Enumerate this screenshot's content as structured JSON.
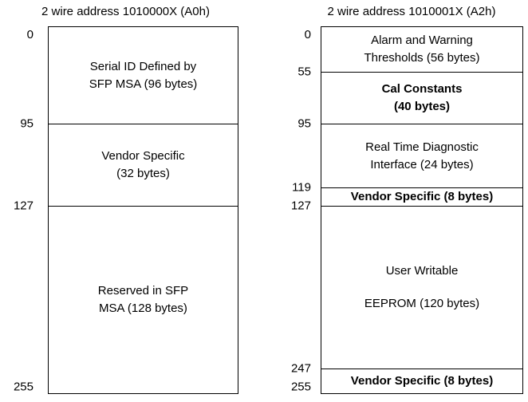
{
  "left": {
    "title": "2 wire address 1010000X (A0h)",
    "addresses": [
      "0",
      "95",
      "127",
      "255"
    ],
    "segments": [
      {
        "label": "Serial ID Defined by\nSFP MSA (96 bytes)",
        "bold": false,
        "range": [
          0,
          95
        ]
      },
      {
        "label": "Vendor Specific\n(32 bytes)",
        "bold": false,
        "range": [
          95,
          127
        ]
      },
      {
        "label": "Reserved in SFP\nMSA (128 bytes)",
        "bold": false,
        "range": [
          127,
          255
        ]
      }
    ]
  },
  "right": {
    "title": "2 wire address 1010001X (A2h)",
    "addresses": [
      "0",
      "55",
      "95",
      "119",
      "127",
      "247",
      "255"
    ],
    "segments": [
      {
        "label": "Alarm and Warning\nThresholds (56 bytes)",
        "bold": false,
        "range": [
          0,
          55
        ]
      },
      {
        "label": "Cal Constants\n(40 bytes)",
        "bold": true,
        "range": [
          55,
          95
        ]
      },
      {
        "label": "Real Time Diagnostic\nInterface (24 bytes)",
        "bold": false,
        "range": [
          95,
          119
        ]
      },
      {
        "label": "Vendor Specific (8 bytes)",
        "bold": true,
        "range": [
          119,
          127
        ]
      },
      {
        "label": "User Writable\nEEPROM (120 bytes)",
        "bold": false,
        "range": [
          127,
          247
        ]
      },
      {
        "label": "Vendor Specific (8 bytes)",
        "bold": true,
        "range": [
          247,
          255
        ]
      }
    ]
  },
  "colors": {
    "background": "#ffffff",
    "line": "#000000",
    "text": "#000000"
  }
}
